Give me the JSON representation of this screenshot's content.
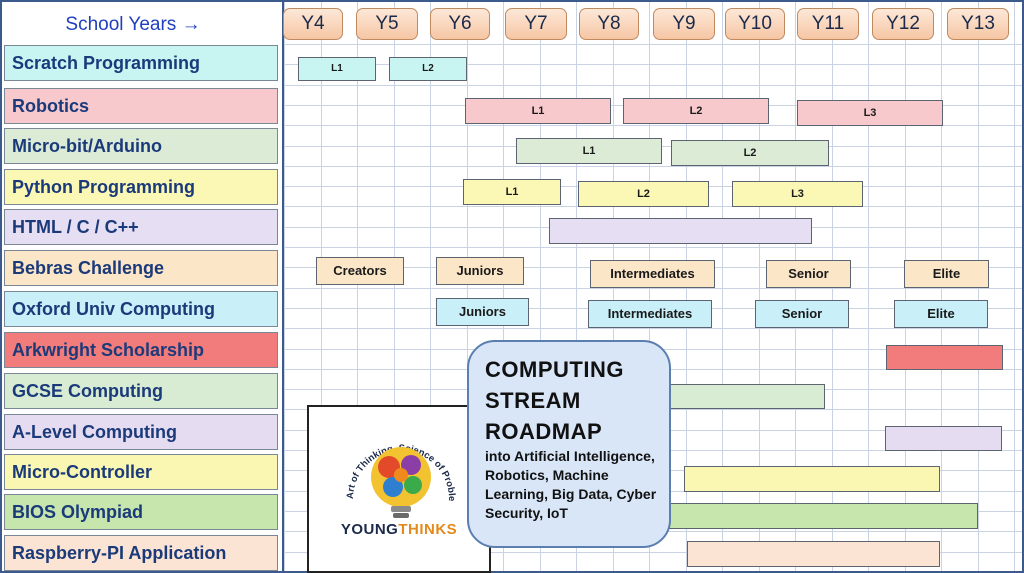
{
  "header_label": "School Years →",
  "years": [
    "Y4",
    "Y5",
    "Y6",
    "Y7",
    "Y8",
    "Y9",
    "Y10",
    "Y11",
    "Y12",
    "Y13"
  ],
  "subjects": [
    {
      "label": "Scratch Programming",
      "color": "#c8f5f2"
    },
    {
      "label": "Robotics",
      "color": "#f8c9cc"
    },
    {
      "label": "Micro-bit/Arduino",
      "color": "#dcebd6"
    },
    {
      "label": "Python Programming",
      "color": "#fbf7b5"
    },
    {
      "label": "HTML / C / C++",
      "color": "#e6def2"
    },
    {
      "label": "Bebras Challenge",
      "color": "#fbe6c8"
    },
    {
      "label": "Oxford Univ Computing",
      "color": "#c9f0f8"
    },
    {
      "label": "Arkwright Scholarship",
      "color": "#f27b7b"
    },
    {
      "label": "GCSE Computing",
      "color": "#d8ecd4"
    },
    {
      "label": "A-Level Computing",
      "color": "#e6dcf2"
    },
    {
      "label": "Micro-Controller",
      "color": "#faf7b2"
    },
    {
      "label": "BIOS Olympiad",
      "color": "#c6e6ad"
    },
    {
      "label": "Raspberry-PI Application",
      "color": "#fbe4d3"
    }
  ],
  "bars": [
    {
      "row": 0,
      "text": "L1"
    },
    {
      "row": 0,
      "text": "L2"
    },
    {
      "row": 1,
      "text": "L1"
    },
    {
      "row": 1,
      "text": "L2"
    },
    {
      "row": 1,
      "text": "L3"
    },
    {
      "row": 2,
      "text": "L1"
    },
    {
      "row": 2,
      "text": "L2"
    },
    {
      "row": 3,
      "text": "L1"
    },
    {
      "row": 3,
      "text": "L2"
    },
    {
      "row": 3,
      "text": "L3"
    },
    {
      "row": 4,
      "text": ""
    },
    {
      "row": 5,
      "text": "Creators"
    },
    {
      "row": 5,
      "text": "Juniors"
    },
    {
      "row": 5,
      "text": "Intermediates"
    },
    {
      "row": 5,
      "text": "Senior"
    },
    {
      "row": 5,
      "text": "Elite"
    },
    {
      "row": 6,
      "text": "Juniors"
    },
    {
      "row": 6,
      "text": "Intermediates"
    },
    {
      "row": 6,
      "text": "Senior"
    },
    {
      "row": 6,
      "text": "Elite"
    },
    {
      "row": 7,
      "text": ""
    },
    {
      "row": 8,
      "text": ""
    },
    {
      "row": 9,
      "text": ""
    },
    {
      "row": 10,
      "text": ""
    },
    {
      "row": 11,
      "text": ""
    },
    {
      "row": 12,
      "text": ""
    }
  ],
  "roadmap": {
    "title_lines": [
      "COMPUTING",
      "STREAM",
      "ROADMAP"
    ],
    "subtitle": "into Artificial Intelligence, Robotics, Machine Learning, Big Data, Cyber Security, IoT"
  },
  "logo": {
    "arc_text": "Art of Thinking, Science of Problem Solving",
    "word_part1": "YOUNG",
    "word_part2": "THINKS",
    "word_color1": "#1b2a4a",
    "word_color2": "#e48a1c"
  }
}
